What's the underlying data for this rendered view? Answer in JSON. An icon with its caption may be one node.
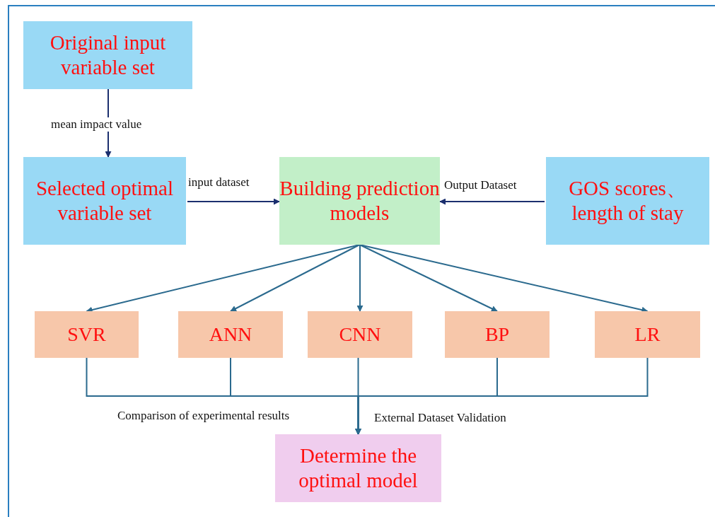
{
  "diagram": {
    "nodes": [
      {
        "text": [
          "Original input variable set"
        ]
      },
      {
        "text": [
          "Selected optimal variable set"
        ]
      },
      {
        "text": [
          "Building prediction models"
        ]
      },
      {
        "text": [
          "GOS scores、length of stay"
        ]
      },
      {
        "text": [
          "SVR"
        ]
      },
      {
        "text": [
          "ANN"
        ]
      },
      {
        "text": [
          "CNN"
        ]
      },
      {
        "text": [
          "BP"
        ]
      },
      {
        "text": [
          "LR"
        ]
      },
      {
        "text": [
          "Determine the optimal model"
        ]
      }
    ],
    "edges": [
      {
        "from": 0,
        "to": 1,
        "arrow": "to",
        "label": "mean impact value",
        "color": "#1b2f6e"
      },
      {
        "from": 1,
        "to": 2,
        "arrow": "to",
        "label": "input dataset",
        "color": "#1b2f6e"
      },
      {
        "from": 3,
        "to": 2,
        "arrow": "to",
        "label": "Output Dataset",
        "color": "#1b2f6e"
      },
      {
        "from": 2,
        "to": 4,
        "arrow": "to"
      },
      {
        "from": 2,
        "to": 5,
        "arrow": "to"
      },
      {
        "from": 2,
        "to": 6,
        "arrow": "to"
      },
      {
        "from": 2,
        "to": 7,
        "arrow": "to"
      },
      {
        "from": 2,
        "to": 8,
        "arrow": "to"
      },
      {
        "from": 4,
        "to": 9,
        "arrow": "to"
      },
      {
        "from": 5,
        "to": 9,
        "arrow": "to"
      },
      {
        "from": 6,
        "to": 9,
        "arrow": "to"
      },
      {
        "from": 7,
        "to": 9,
        "arrow": "to"
      },
      {
        "from": 8,
        "to": 9,
        "arrow": "to"
      }
    ],
    "labels": [
      "Comparison of experimental results",
      "External Dataset Validation"
    ]
  }
}
